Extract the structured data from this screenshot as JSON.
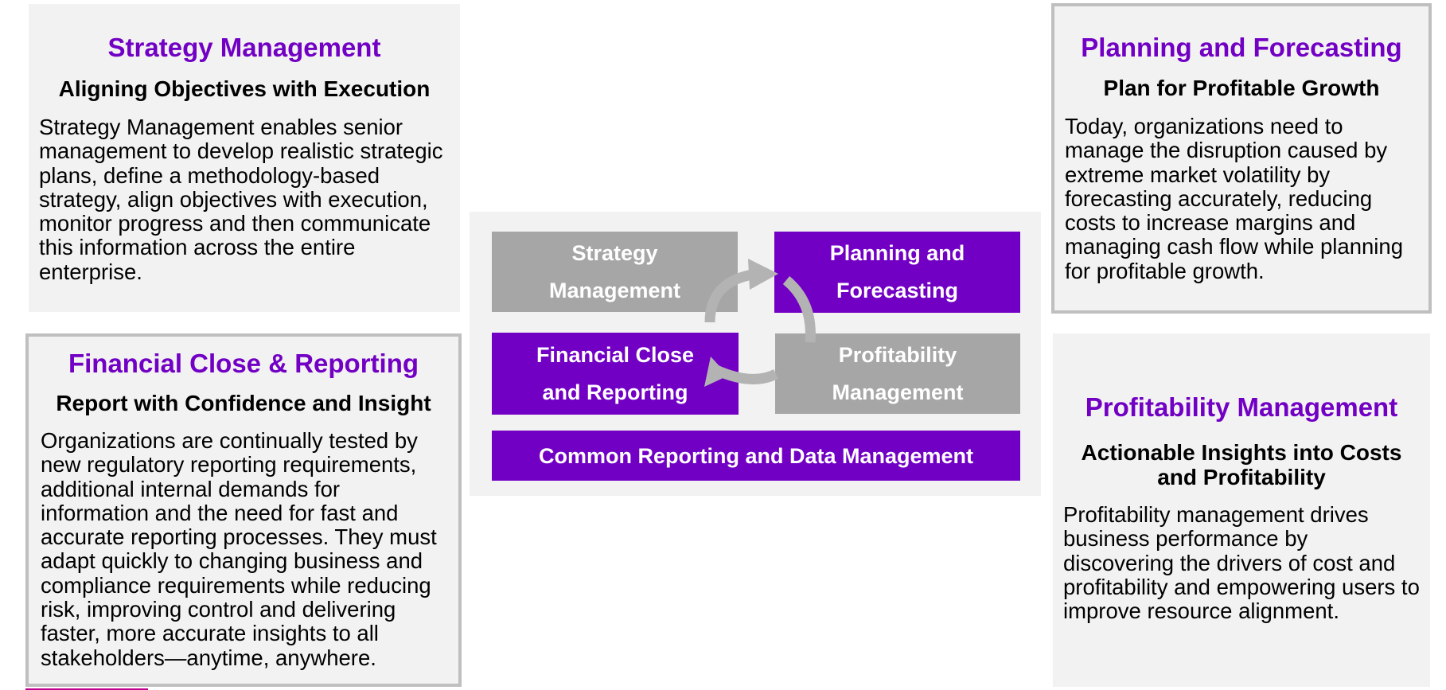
{
  "panels": {
    "strategy": {
      "title": "Strategy Management",
      "subtitle": "Aligning Objectives with Execution",
      "body": "Strategy Management enables senior management to develop realistic strategic plans, define a methodology-based strategy, align objectives with execution, monitor progress and then communicate this information across the entire enterprise."
    },
    "planning": {
      "title": "Planning and Forecasting",
      "subtitle": "Plan for Profitable Growth",
      "body": "Today, organizations need to manage the disruption caused by extreme market volatility by forecasting accurately, reducing costs to increase margins and managing cash flow while planning for profitable growth."
    },
    "fcr": {
      "title": "Financial Close & Reporting",
      "subtitle": "Report with Confidence and Insight",
      "body": "Organizations are continually tested by new regulatory reporting requirements, additional internal demands for information and the need for fast and accurate reporting processes. They must adapt quickly to changing business and compliance requirements while reducing risk, improving control and delivering faster, more accurate insights to all stakeholders—anytime, anywhere."
    },
    "profit": {
      "title": "Profitability Management",
      "subtitle": "Actionable Insights into Costs and Profitability",
      "body": "Profitability management drives business performance by discovering the drivers of cost and profitability and empowering users to improve resource alignment."
    }
  },
  "cycle": {
    "strategy": "Strategy Management",
    "planning": "Planning and Forecasting",
    "fcr": "Financial Close and Reporting",
    "profit": "Profitability Management",
    "common": "Common Reporting and Data Management"
  },
  "colors": {
    "accent_purple": "#7200c4",
    "box_gray": "#a6a6a6",
    "panel_bg": "#f2f2f2",
    "arrow_gray": "#b3b3b3"
  }
}
